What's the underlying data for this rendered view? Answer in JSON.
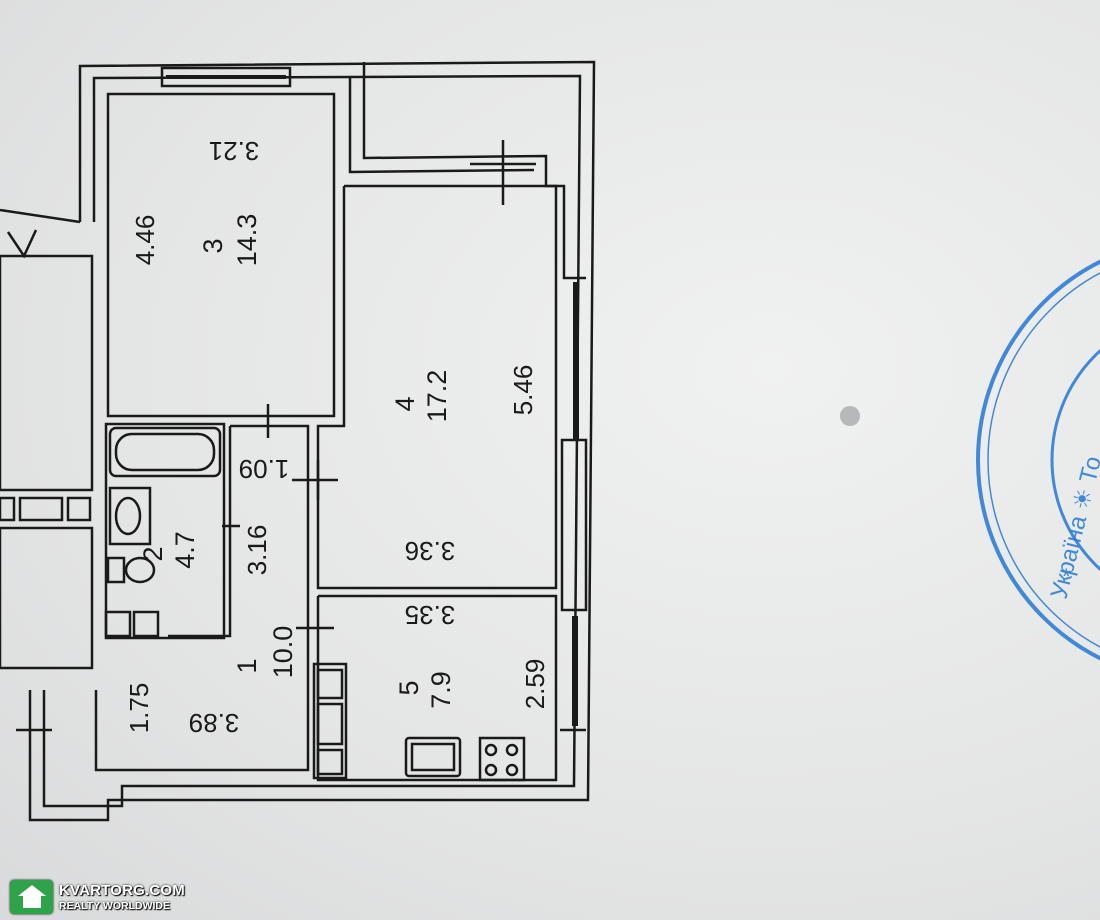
{
  "rooms": [
    {
      "number": "1",
      "area": "10.0",
      "dim_a": "3.16",
      "dim_b": "1.75",
      "dim_c": "3.89"
    },
    {
      "number": "2",
      "area": "4.7"
    },
    {
      "number": "3",
      "area": "14.3",
      "dim_a": "4.46",
      "dim_b": "3.21"
    },
    {
      "number": "4",
      "area": "17.2",
      "dim_a": "5.46",
      "dim_b": "3.36"
    },
    {
      "number": "5",
      "area": "7.9",
      "dim_a": "2.59",
      "dim_b": "3.35"
    }
  ],
  "door_dim": "1.09",
  "stamp_text": "Україна ☀ То",
  "watermark": {
    "brand": "KVARTORG.COM",
    "tagline": "REALTY WORLDWIDE"
  },
  "colors": {
    "ink": "#1a1a1a",
    "stamp": "#2f7fd6",
    "paper": "#e7e8e8",
    "watermark_green": "#2fa34a"
  }
}
